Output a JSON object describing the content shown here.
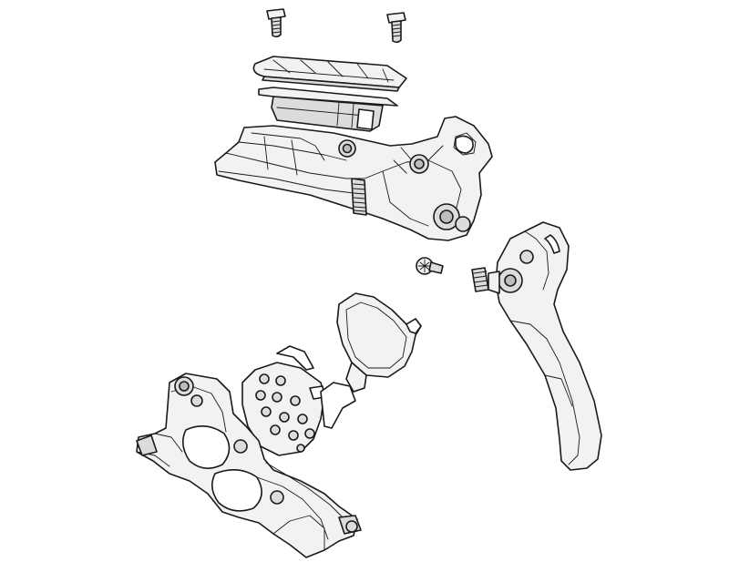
{
  "diagram": {
    "type": "exploded-view",
    "subject": "hydraulic-disc-brake",
    "colors": {
      "stroke": "#1a1a1a",
      "shade_light": "#f2f2f2",
      "shade_mid": "#dcdcdc",
      "shade_dark": "#bdbdbd",
      "background": "#ffffff"
    },
    "parts": [
      "lid-screw",
      "reservoir-cap",
      "reservoir-diaphragm",
      "master-cylinder-body",
      "pivot-bolt",
      "brake-lever-blade",
      "brake-pad-left",
      "brake-pad-right",
      "caliper-body"
    ]
  }
}
